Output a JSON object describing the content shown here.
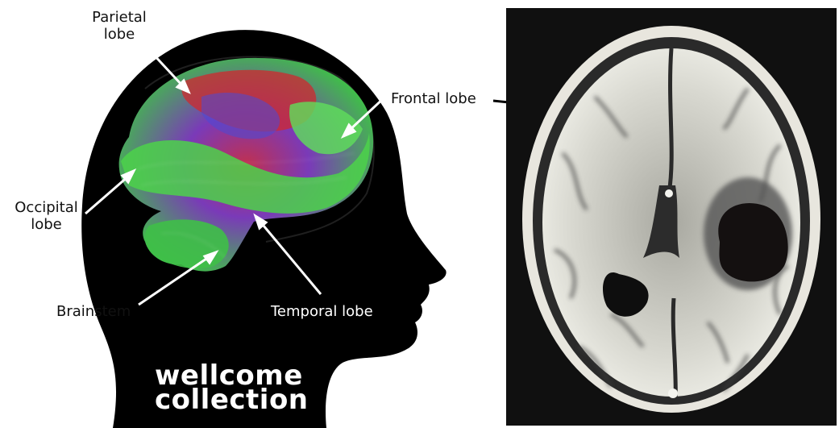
{
  "labels": {
    "parietal": "Parietal lobe",
    "frontal": "Frontal lobe",
    "occipital": "Occipital lobe",
    "brainstem": "Brainstem",
    "temporal": "Temporal lobe"
  },
  "brand": {
    "line1": "wellcome",
    "line2": "collection"
  },
  "colors": {
    "silhouette": "#000000",
    "tract_green": "#4cd24a",
    "tract_red": "#d0282e",
    "tract_blue": "#4a4bd6",
    "mri_background": "#101010"
  }
}
